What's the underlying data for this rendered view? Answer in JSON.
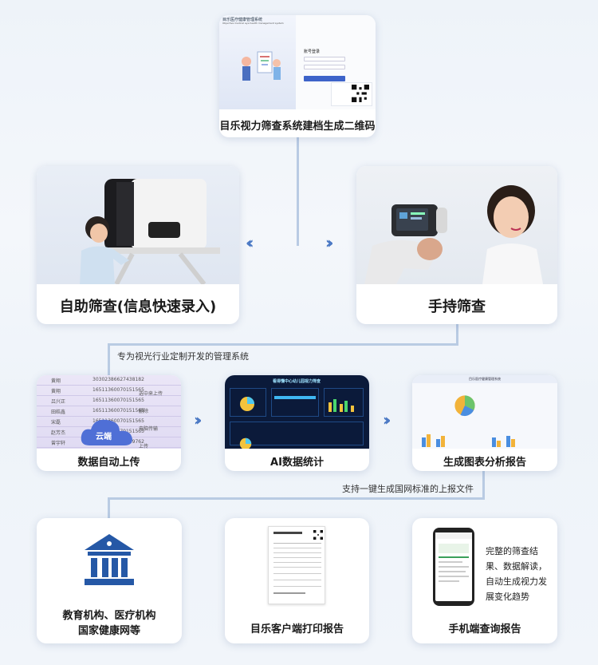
{
  "top": {
    "label": "目乐视力筛查系统建档生成二维码",
    "screen_title": "目乐医疗健康管理系统",
    "screen_subtitle": "Objective medical eye health management system",
    "login_title": "账号登录"
  },
  "self_screening": {
    "label": "自助筛查(信息快速录入)"
  },
  "handheld": {
    "label": "手持筛查"
  },
  "note1": "专为视光行业定制开发的管理系统",
  "cloud": {
    "label": "数据自动上传",
    "cloud_text": "云端",
    "names": [
      "黄翔",
      "黄翔",
      "吕兴正",
      "田皓鑫",
      "宋磊",
      "赵芳杰",
      "曾宇轩"
    ],
    "ids": [
      "30302386627438182",
      "16511360070151565",
      "16511360070151565",
      "16511360070151565",
      "16511360070151565",
      "16511360070151565",
      "32760348531189762"
    ],
    "actions": [
      "选中来上传",
      "删除",
      "电脑传输",
      "上传"
    ]
  },
  "ai": {
    "label": "AI数据统计",
    "dashboard_title": "看得懂中心幼儿园视力筛查"
  },
  "report": {
    "label": "生成图表分析报告",
    "screen_title": "目乐医疗健康管理系统"
  },
  "note2": "支持一键生成国网标准的上报文件",
  "edu": {
    "label_line1": "教育机构、医疗机构",
    "label_line2": "国家健康网等"
  },
  "print": {
    "label": "目乐客户端打印报告"
  },
  "mobile": {
    "label": "手机端查询报告",
    "desc": "完整的筛查结果、数据解读，自动生成视力发展变化趋势"
  },
  "colors": {
    "accent": "#2f5fae",
    "line": "#b9cbe3"
  }
}
